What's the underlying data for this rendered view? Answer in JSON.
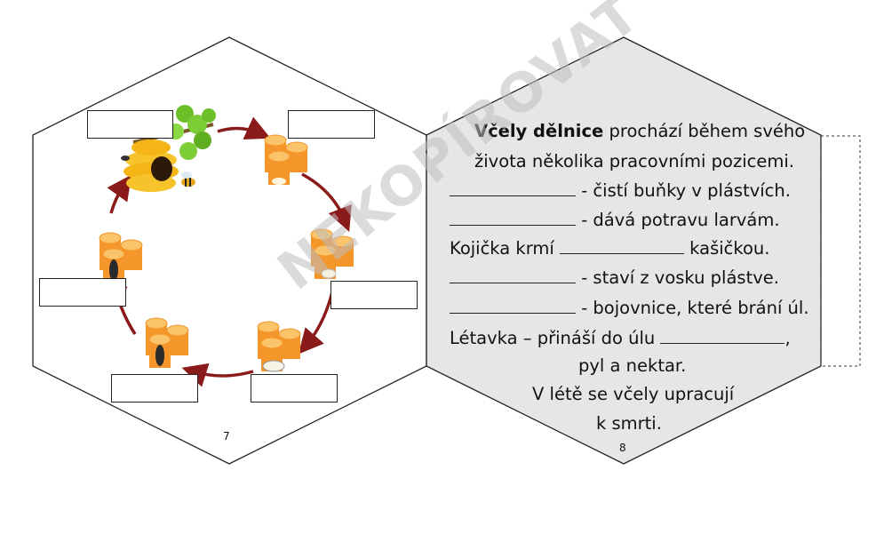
{
  "left_page": {
    "page_number": "7",
    "diagram": {
      "stages": [
        "hive-with-bee",
        "empty-cell",
        "egg-in-cell",
        "larva-in-cell",
        "pupa-in-cell",
        "young-bee-in-cell"
      ],
      "label_boxes": [
        "",
        "",
        "",
        "",
        "",
        ""
      ]
    }
  },
  "right_page": {
    "page_number": "8",
    "intro_bold": "Včely dělnice",
    "intro_rest": " prochází během svého",
    "line2": "života několika pracovními pozicemi.",
    "line3": " - čistí buňky v plástvích.",
    "line4": " - dává potravu larvám.",
    "line5_start": "Kojička krmí ",
    "line5_end": " kašičkou.",
    "line6": " - staví z vosku plástve.",
    "line7": " - bojovnice, které brání úl.",
    "line8_start": "Létavka – přináší do úlu ",
    "line8_end": ",",
    "line9": "pyl a nektar.",
    "line10": "V létě se včely upracují",
    "line11": "k smrti."
  },
  "watermark": "NEKOPÍROVAT",
  "colors": {
    "honey_orange": "#f5962a",
    "honey_light": "#fbc46a",
    "arrow_red": "#8b1a1a",
    "panel_gray": "#e6e6e6"
  }
}
